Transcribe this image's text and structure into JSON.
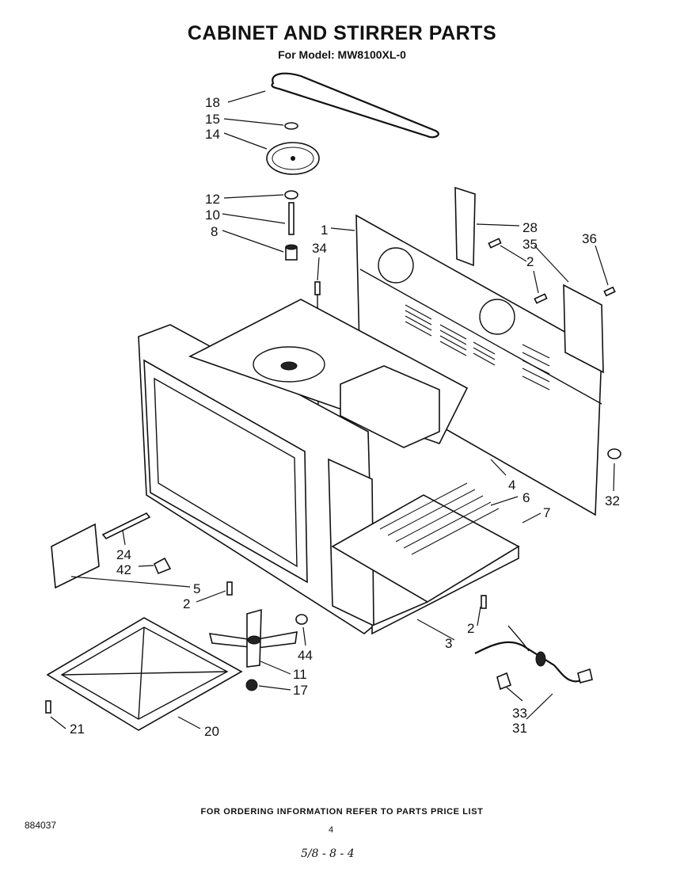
{
  "header": {
    "title": "CABINET AND STIRRER PARTS",
    "subtitle": "For Model: MW8100XL-0"
  },
  "callouts": [
    "18",
    "15",
    "14",
    "12",
    "10",
    "8",
    "34",
    "1",
    "28",
    "2",
    "35",
    "36",
    "4",
    "6",
    "7",
    "32",
    "24",
    "42",
    "5",
    "2",
    "44",
    "11",
    "17",
    "3",
    "2",
    "33",
    "31",
    "21",
    "20"
  ],
  "footer": {
    "ordering_note": "FOR ORDERING INFORMATION REFER TO PARTS PRICE LIST",
    "doc_number": "884037",
    "page_number": "4",
    "handwritten": "5/8 - 8 - 4"
  }
}
